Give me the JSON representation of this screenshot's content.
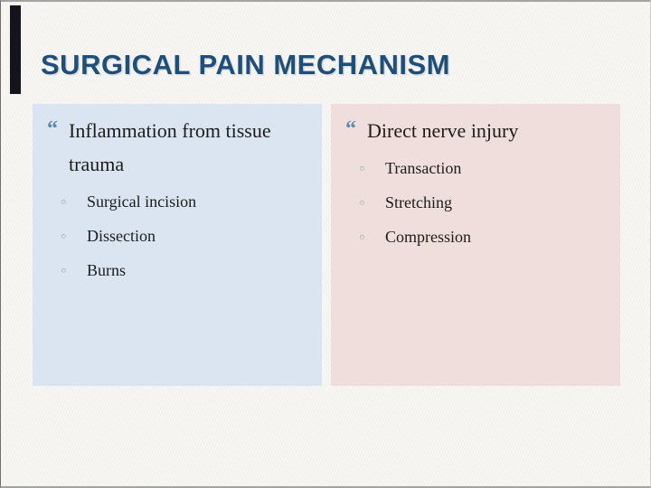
{
  "slide": {
    "title": "SURGICAL PAIN MECHANISM",
    "bullet_glyph": "“",
    "sub_bullet_glyph": "◦",
    "columns": [
      {
        "heading": "Inflammation from tissue trauma",
        "items": [
          "Surgical incision",
          "Dissection",
          "Burns"
        ]
      },
      {
        "heading": "Direct nerve injury",
        "items": [
          "Transaction",
          "Stretching",
          "Compression"
        ]
      }
    ]
  },
  "colors": {
    "title_color": "#1f4e79",
    "text_color": "#1c1c1c",
    "bullet_color": "#5f86ad",
    "sub_bullet_color": "#7d96b0",
    "left_box_bg": "#dbe5f1",
    "right_box_bg": "#f0dedc",
    "bg_color": "#f8f7f5",
    "border_color": "#a3a3a3",
    "bar_color": "#14141c"
  }
}
